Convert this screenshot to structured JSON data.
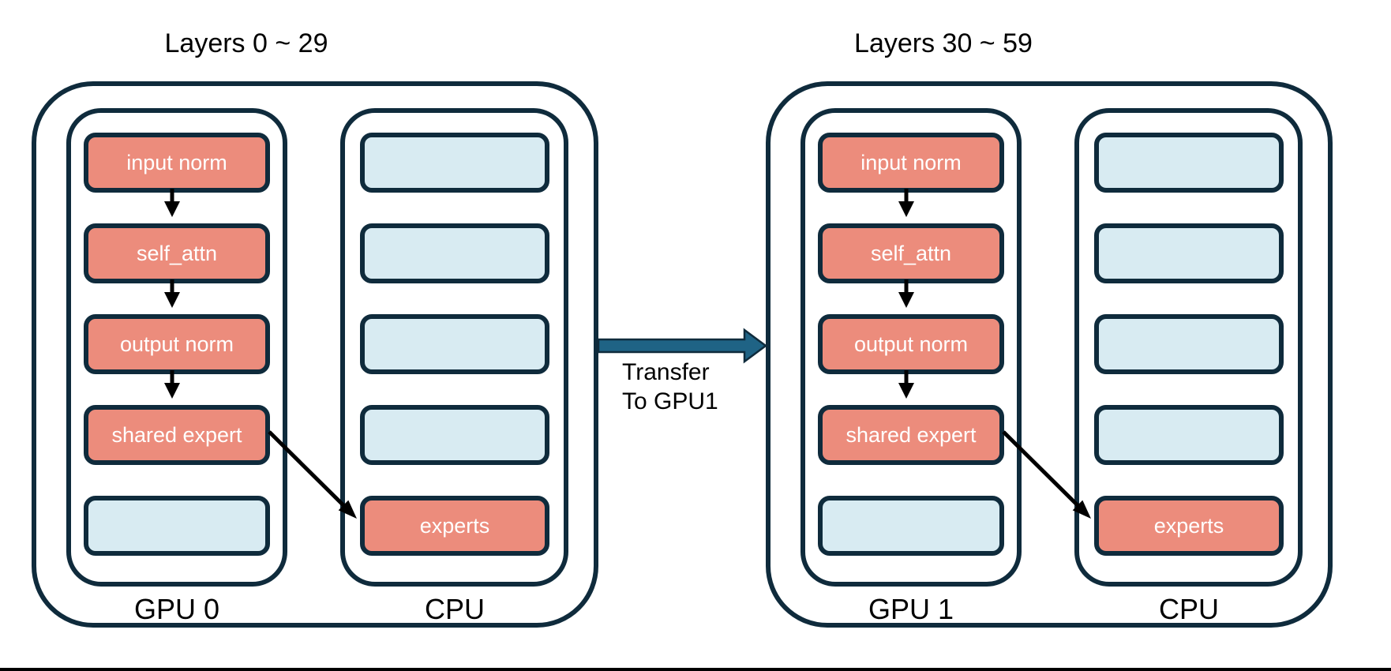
{
  "colors": {
    "outline_navy": "#0f2b3c",
    "module_salmon": "#ec8c7c",
    "slot_blue": "#d8ebf2",
    "transfer_arrow_teal": "#1f6385",
    "text_white": "#ffffff",
    "text_black": "#000000",
    "background": "#ffffff"
  },
  "transfer": {
    "line1": "Transfer",
    "line2": "To GPU1"
  },
  "groups": [
    {
      "title": "Layers 0 ~ 29",
      "gpu_label": "GPU 0",
      "cpu_label": "CPU",
      "gpu_boxes": [
        {
          "label": "input norm",
          "type": "module"
        },
        {
          "label": "self_attn",
          "type": "module"
        },
        {
          "label": "output norm",
          "type": "module"
        },
        {
          "label": "shared expert",
          "type": "module"
        },
        {
          "label": "",
          "type": "empty-slot"
        }
      ],
      "cpu_boxes": [
        {
          "label": "",
          "type": "empty-slot"
        },
        {
          "label": "",
          "type": "empty-slot"
        },
        {
          "label": "",
          "type": "empty-slot"
        },
        {
          "label": "",
          "type": "empty-slot"
        },
        {
          "label": "experts",
          "type": "module"
        }
      ]
    },
    {
      "title": "Layers 30 ~ 59",
      "gpu_label": "GPU 1",
      "cpu_label": "CPU",
      "gpu_boxes": [
        {
          "label": "input norm",
          "type": "module"
        },
        {
          "label": "self_attn",
          "type": "module"
        },
        {
          "label": "output norm",
          "type": "module"
        },
        {
          "label": "shared expert",
          "type": "module"
        },
        {
          "label": "",
          "type": "empty-slot"
        }
      ],
      "cpu_boxes": [
        {
          "label": "",
          "type": "empty-slot"
        },
        {
          "label": "",
          "type": "empty-slot"
        },
        {
          "label": "",
          "type": "empty-slot"
        },
        {
          "label": "",
          "type": "empty-slot"
        },
        {
          "label": "experts",
          "type": "module"
        }
      ]
    }
  ]
}
